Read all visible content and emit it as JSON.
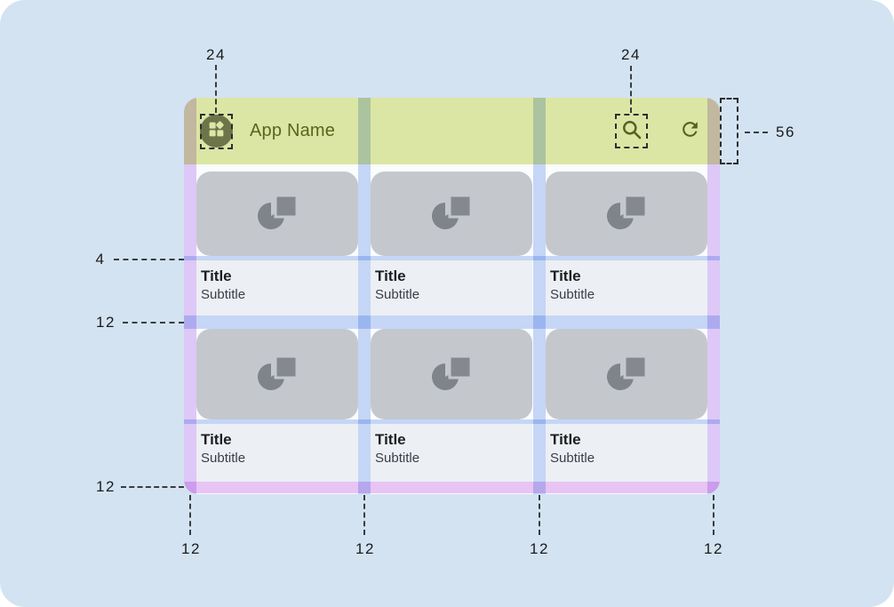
{
  "app": {
    "name": "App Name",
    "cards": [
      {
        "title": "Title",
        "subtitle": "Subtitle"
      },
      {
        "title": "Title",
        "subtitle": "Subtitle"
      },
      {
        "title": "Title",
        "subtitle": "Subtitle"
      },
      {
        "title": "Title",
        "subtitle": "Subtitle"
      },
      {
        "title": "Title",
        "subtitle": "Subtitle"
      },
      {
        "title": "Title",
        "subtitle": "Subtitle"
      }
    ],
    "icons": [
      "apps-grid-icon",
      "search-icon",
      "refresh-icon",
      "image-placeholder-icon"
    ]
  },
  "annotations": {
    "icon_size_left": "24",
    "icon_size_right": "24",
    "appbar_height": "56",
    "image_text_gap": "4",
    "row_gap": "12",
    "bottom_margin": "12",
    "bottom_keylines": [
      "12",
      "12",
      "12",
      "12"
    ]
  },
  "colors": {
    "canvas_bg": "#d3e3f1",
    "app_bg": "#fafcfe",
    "appbar_bg": "#dbe6a4",
    "appbar_fg": "#59651c",
    "card_image_bg": "#c4c8cd",
    "card_text_bg": "#eceff4",
    "margin_overlay": "#e2cbf8",
    "gutter_overlay": "#c9d9f7",
    "bottom_overlay": "#ecc7f5",
    "annotation_fg": "#1a1b1d"
  }
}
